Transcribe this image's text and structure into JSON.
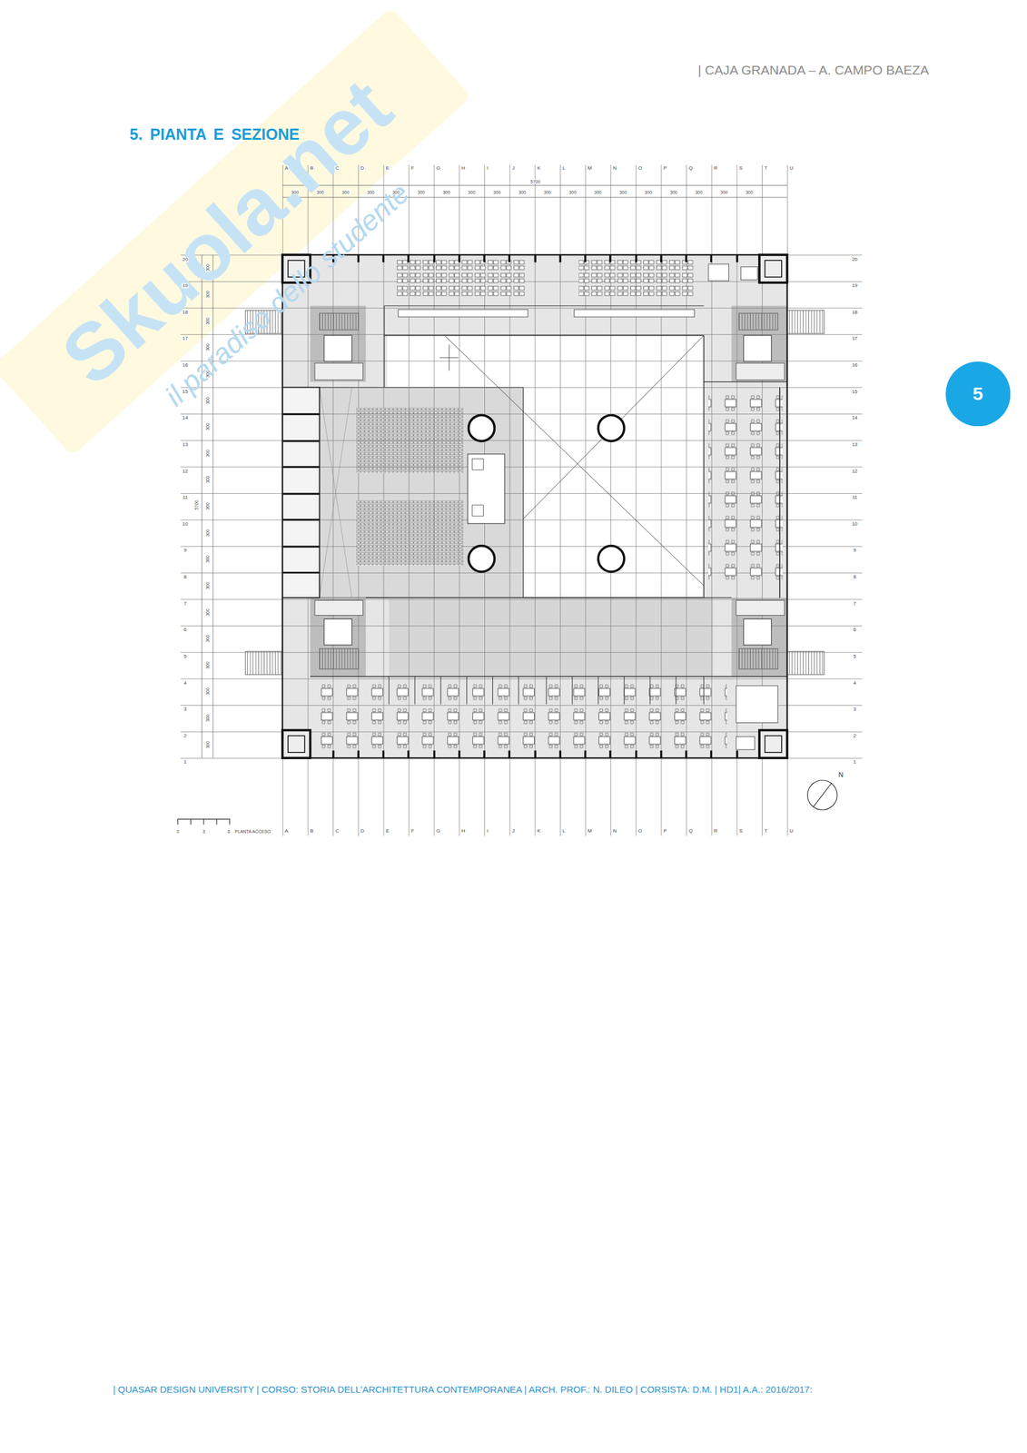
{
  "diagram": {
    "title": "5. PIANTA E SEZIONE",
    "nodes": [
      {
        "text": [
          "5"
        ]
      }
    ],
    "labels": [
      "| CAJA GRANADA – A. CAMPO BAEZA",
      "Skuola.net",
      "il paradiso dello studente",
      "A",
      "B",
      "C",
      "D",
      "E",
      "F",
      "G",
      "H",
      "I",
      "J",
      "K",
      "L",
      "M",
      "N",
      "O",
      "P",
      "Q",
      "R",
      "S",
      "T",
      "U",
      "5700",
      "300",
      "300",
      "300",
      "300",
      "300",
      "300",
      "300",
      "300",
      "300",
      "300",
      "300",
      "300",
      "300",
      "300",
      "300",
      "300",
      "300",
      "300",
      "300",
      "20",
      "19",
      "18",
      "17",
      "16",
      "15",
      "14",
      "13",
      "12",
      "11",
      "10",
      "9",
      "8",
      "7",
      "6",
      "5",
      "4",
      "3",
      "2",
      "1",
      "20",
      "19",
      "18",
      "17",
      "16",
      "15",
      "14",
      "13",
      "12",
      "11",
      "10",
      "9",
      "8",
      "7",
      "6",
      "5",
      "4",
      "3",
      "2",
      "1",
      "300",
      "300",
      "300",
      "300",
      "300",
      "300",
      "300",
      "300",
      "300",
      "300",
      "300",
      "300",
      "300",
      "300",
      "300",
      "300",
      "300",
      "300",
      "300",
      "5700",
      "A",
      "B",
      "C",
      "D",
      "E",
      "F",
      "G",
      "H",
      "I",
      "J",
      "K",
      "L",
      "M",
      "N",
      "O",
      "P",
      "Q",
      "R",
      "S",
      "T",
      "U",
      "0",
      "3",
      "6",
      "PLANTA ACCESO",
      "N",
      "| QUASAR DESIGN UNIVERSITY | CORSO: STORIA DELL’ARCHITETTURA CONTEMPORANEA | ARCH. PROF.: N. DILEO | CORSISTA: D.M. | HD1| A.A.: 2016/2017:"
    ]
  }
}
